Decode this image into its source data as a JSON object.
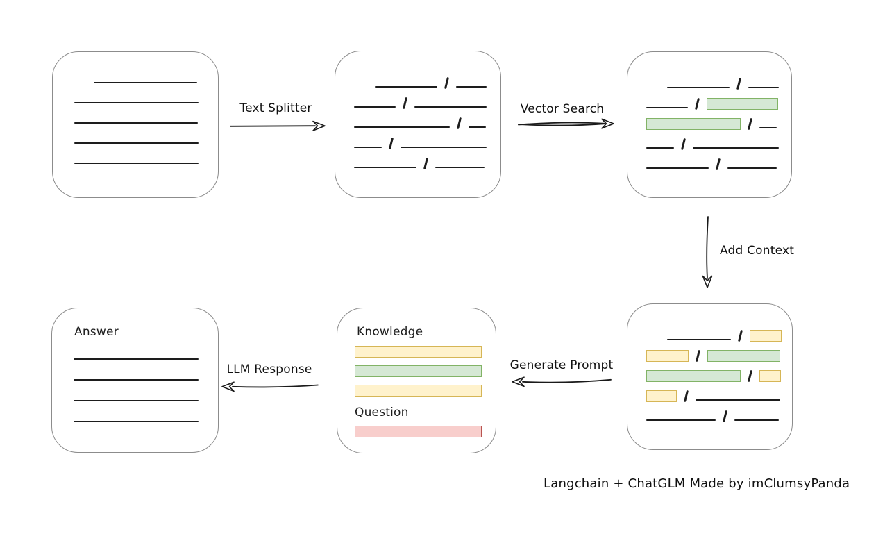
{
  "palette": {
    "line_color": "#1d1d1d",
    "box_border": "#8c8c8c",
    "green_fill": "#d5e8d4",
    "green_stroke": "#82b366",
    "yellow_fill": "#fff2cc",
    "yellow_stroke": "#d6b656",
    "red_fill": "#f8cecc",
    "red_stroke": "#b85450"
  },
  "arrows": {
    "text_splitter": {
      "label": "Text Splitter",
      "direction": "right"
    },
    "vector_search": {
      "label": "Vector Search",
      "direction": "right"
    },
    "add_context": {
      "label": "Add Context",
      "direction": "down"
    },
    "generate_prompt": {
      "label": "Generate Prompt",
      "direction": "left"
    },
    "llm_response": {
      "label": "LLM Response",
      "direction": "left"
    }
  },
  "boxes": {
    "document": {
      "rows": [
        {
          "indent": 32,
          "segs": [
            {
              "t": "line",
              "w": 149
            }
          ]
        },
        {
          "indent": 4,
          "segs": [
            {
              "t": "line",
              "w": 179
            }
          ]
        },
        {
          "indent": 4,
          "segs": [
            {
              "t": "line",
              "w": 178
            }
          ]
        },
        {
          "indent": 4,
          "segs": [
            {
              "t": "line",
              "w": 179
            }
          ]
        },
        {
          "indent": 4,
          "segs": [
            {
              "t": "line",
              "w": 179
            }
          ]
        }
      ]
    },
    "split_text": {
      "rows": [
        {
          "indent": 30,
          "segs": [
            {
              "t": "line",
              "w": 90
            },
            {
              "t": "slash"
            },
            {
              "t": "line",
              "w": 44
            }
          ]
        },
        {
          "indent": 0,
          "segs": [
            {
              "t": "line",
              "w": 60
            },
            {
              "t": "slash"
            },
            {
              "t": "line",
              "w": 104
            }
          ]
        },
        {
          "indent": 0,
          "segs": [
            {
              "t": "line",
              "w": 138
            },
            {
              "t": "slash"
            },
            {
              "t": "line",
              "w": 25
            }
          ]
        },
        {
          "indent": 0,
          "segs": [
            {
              "t": "line",
              "w": 40
            },
            {
              "t": "slash"
            },
            {
              "t": "line",
              "w": 124
            }
          ]
        },
        {
          "indent": 0,
          "segs": [
            {
              "t": "line",
              "w": 90
            },
            {
              "t": "slash"
            },
            {
              "t": "line",
              "w": 71
            }
          ]
        }
      ]
    },
    "search_results": {
      "rows": [
        {
          "indent": 30,
          "segs": [
            {
              "t": "line",
              "w": 90
            },
            {
              "t": "slash"
            },
            {
              "t": "line",
              "w": 44
            }
          ]
        },
        {
          "indent": 0,
          "segs": [
            {
              "t": "line",
              "w": 60
            },
            {
              "t": "slash"
            },
            {
              "t": "green",
              "w": 101
            }
          ]
        },
        {
          "indent": 0,
          "segs": [
            {
              "t": "green",
              "w": 134
            },
            {
              "t": "slash"
            },
            {
              "t": "line",
              "w": 25
            }
          ]
        },
        {
          "indent": 0,
          "segs": [
            {
              "t": "line",
              "w": 40
            },
            {
              "t": "slash"
            },
            {
              "t": "line",
              "w": 124
            }
          ]
        },
        {
          "indent": 0,
          "segs": [
            {
              "t": "line",
              "w": 90
            },
            {
              "t": "slash"
            },
            {
              "t": "line",
              "w": 71
            }
          ]
        }
      ]
    },
    "context": {
      "rows": [
        {
          "indent": 30,
          "segs": [
            {
              "t": "line",
              "w": 92
            },
            {
              "t": "slash"
            },
            {
              "t": "yellow",
              "w": 44
            }
          ]
        },
        {
          "indent": 0,
          "segs": [
            {
              "t": "yellow",
              "w": 59
            },
            {
              "t": "slash"
            },
            {
              "t": "green",
              "w": 103
            }
          ]
        },
        {
          "indent": 0,
          "segs": [
            {
              "t": "green",
              "w": 134
            },
            {
              "t": "slash"
            },
            {
              "t": "yellow",
              "w": 29
            }
          ]
        },
        {
          "indent": 0,
          "segs": [
            {
              "t": "yellow",
              "w": 42
            },
            {
              "t": "slash"
            },
            {
              "t": "line",
              "w": 122
            }
          ]
        },
        {
          "indent": 0,
          "segs": [
            {
              "t": "line",
              "w": 100
            },
            {
              "t": "slash"
            },
            {
              "t": "line",
              "w": 64
            }
          ]
        }
      ]
    },
    "prompt": {
      "knowledge_label": "Knowledge",
      "question_label": "Question",
      "knowledge_bars": [
        "yellow",
        "green",
        "yellow"
      ],
      "question_bars": [
        "red"
      ]
    },
    "answer": {
      "label": "Answer",
      "line_count": 4
    }
  },
  "caption": "Langchain + ChatGLM Made by imClumsyPanda"
}
